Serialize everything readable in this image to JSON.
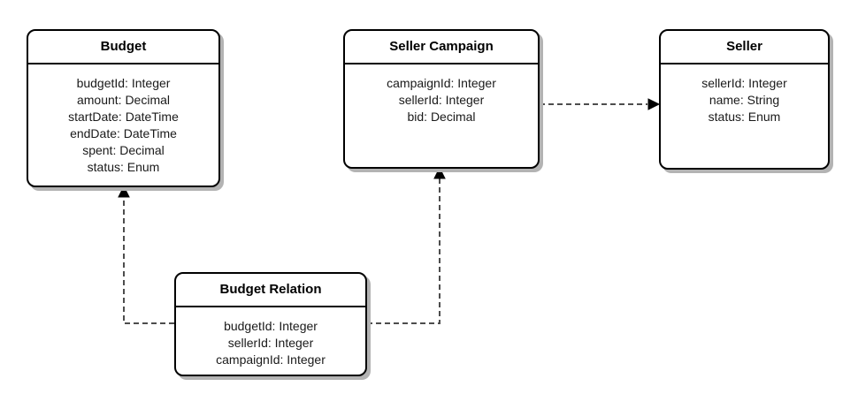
{
  "diagram": {
    "type": "entity-relationship",
    "entities": [
      {
        "id": "budget",
        "title": "Budget",
        "fields": [
          "budgetId: Integer",
          "amount: Decimal",
          "startDate: DateTime",
          "endDate: DateTime",
          "spent: Decimal",
          "status: Enum"
        ]
      },
      {
        "id": "seller-campaign",
        "title": "Seller Campaign",
        "fields": [
          "campaignId: Integer",
          "sellerId: Integer",
          "bid: Decimal"
        ]
      },
      {
        "id": "seller",
        "title": "Seller",
        "fields": [
          "sellerId: Integer",
          "name: String",
          "status: Enum"
        ]
      },
      {
        "id": "budget-relation",
        "title": "Budget Relation",
        "fields": [
          "budgetId: Integer",
          "sellerId: Integer",
          "campaignId: Integer"
        ]
      }
    ],
    "relations": [
      {
        "from": "Budget Relation",
        "to": "Budget",
        "style": "dashed-arrow"
      },
      {
        "from": "Budget Relation",
        "to": "Seller Campaign",
        "style": "dashed-arrow"
      },
      {
        "from": "Seller Campaign",
        "to": "Seller",
        "style": "dashed-arrow"
      }
    ],
    "colors": {
      "background": "#ffffff",
      "border": "#000000",
      "shadow": "#b3b3b3",
      "text": "#1a1a1a",
      "connector": "#4d4d4d"
    }
  }
}
